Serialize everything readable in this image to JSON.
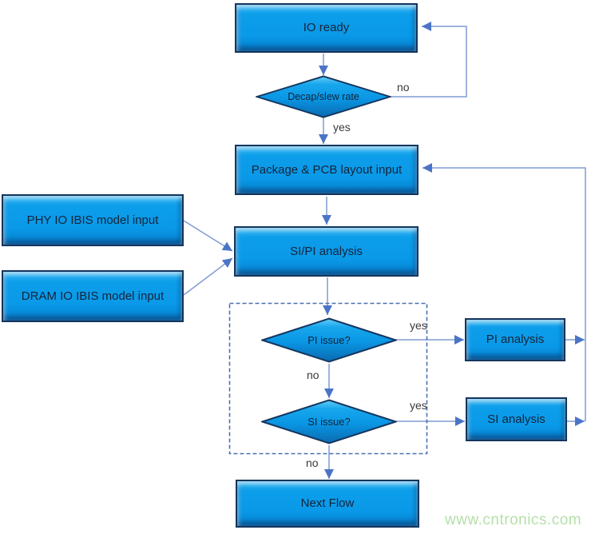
{
  "nodes": {
    "io_ready": {
      "label": "IO ready"
    },
    "decap": {
      "label": "Decap/slew rate"
    },
    "package_pcb": {
      "label": "Package & PCB layout input"
    },
    "phy_ibis": {
      "label": "PHY IO IBIS model input"
    },
    "dram_ibis": {
      "label": "DRAM IO IBIS model input"
    },
    "sipi_analysis": {
      "label": "SI/PI analysis"
    },
    "pi_issue": {
      "label": "PI issue?"
    },
    "si_issue": {
      "label": "SI issue?"
    },
    "pi_analysis": {
      "label": "PI analysis"
    },
    "si_analysis": {
      "label": "SI analysis"
    },
    "next_flow": {
      "label": "Next Flow"
    }
  },
  "edge_labels": {
    "decap_no": "no",
    "decap_yes": "yes",
    "pi_issue_yes": "yes",
    "pi_issue_no": "no",
    "si_issue_yes": "yes",
    "si_issue_no": "no"
  },
  "watermark": "www.cntronics.com",
  "colors": {
    "node_fill": "#0999e8",
    "node_border": "#14355e",
    "node_highlight": "#41bbf3",
    "connector": "#7e9bd3",
    "arrowhead": "#4b74c6",
    "dashed_border": "#4c70b0",
    "watermark_green": "#b5dfa9",
    "label_text": "#16243a"
  }
}
